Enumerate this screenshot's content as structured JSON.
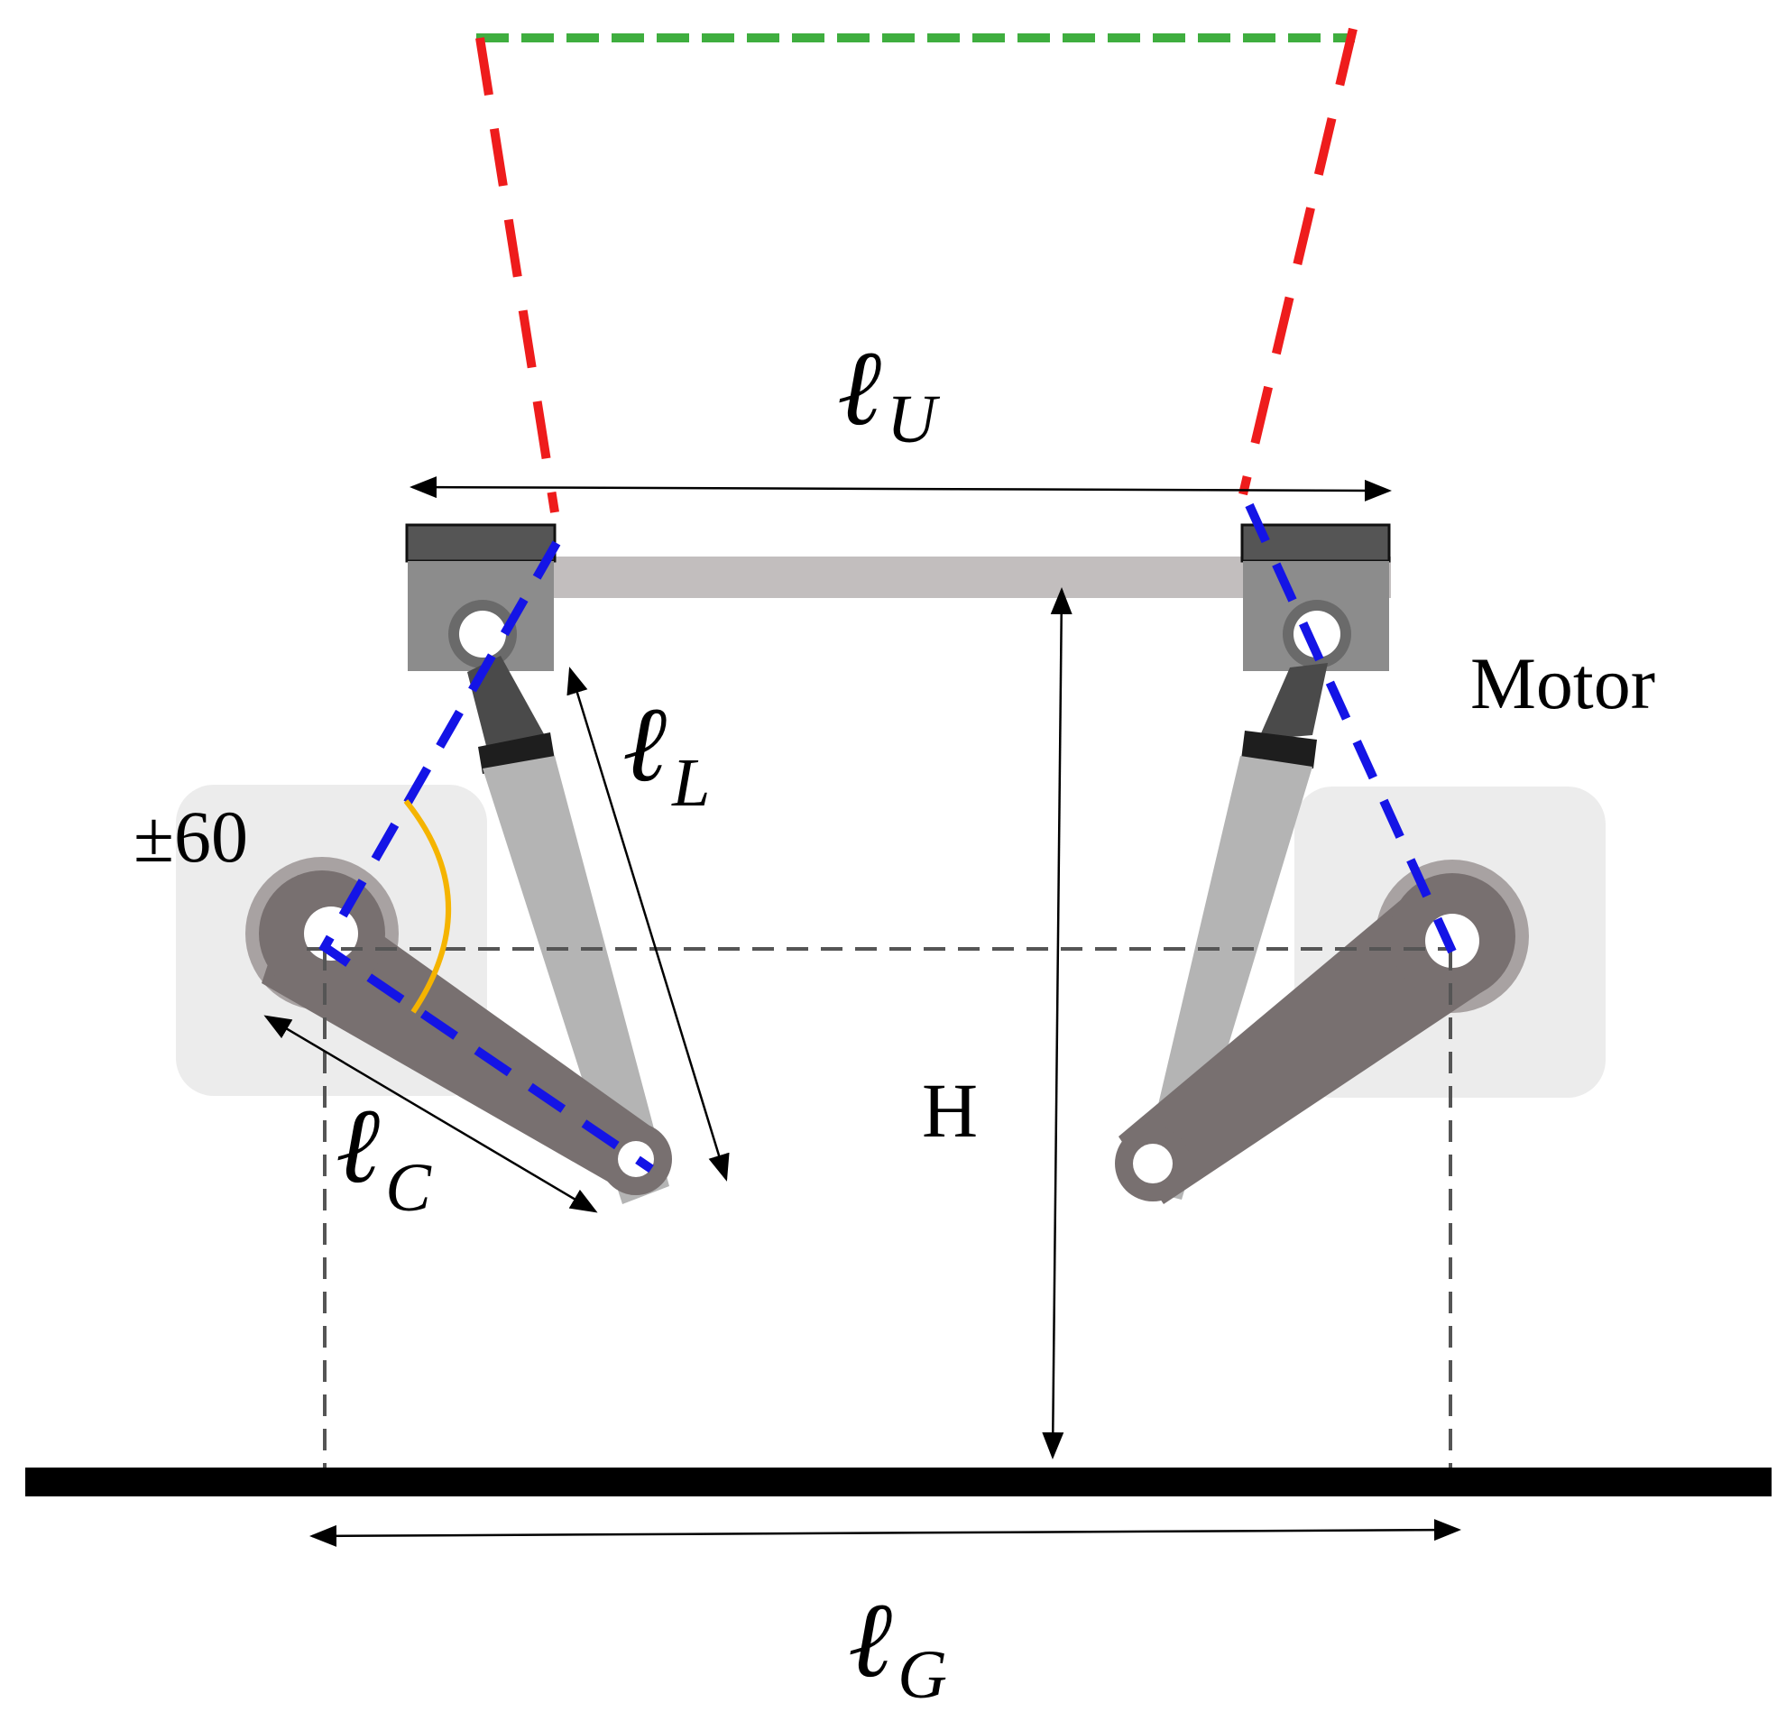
{
  "labels": {
    "upper_length": {
      "symbol": "ℓ",
      "subscript": "U"
    },
    "link_length": {
      "symbol": "ℓ",
      "subscript": "L"
    },
    "crank_length": {
      "symbol": "ℓ",
      "subscript": "C"
    },
    "ground_length": {
      "symbol": "ℓ",
      "subscript": "G"
    },
    "height": "H",
    "angle_limit": "±60",
    "motor": "Motor"
  },
  "colors": {
    "red_dashed": "#ee1c1c",
    "green_dashed": "#3fae3f",
    "blue_dashed": "#1414e6",
    "angle_arc": "#f5b400",
    "ground": "#000000",
    "crank": "#787070",
    "link": "#b4b4b4",
    "motor_box": "#ececec"
  }
}
